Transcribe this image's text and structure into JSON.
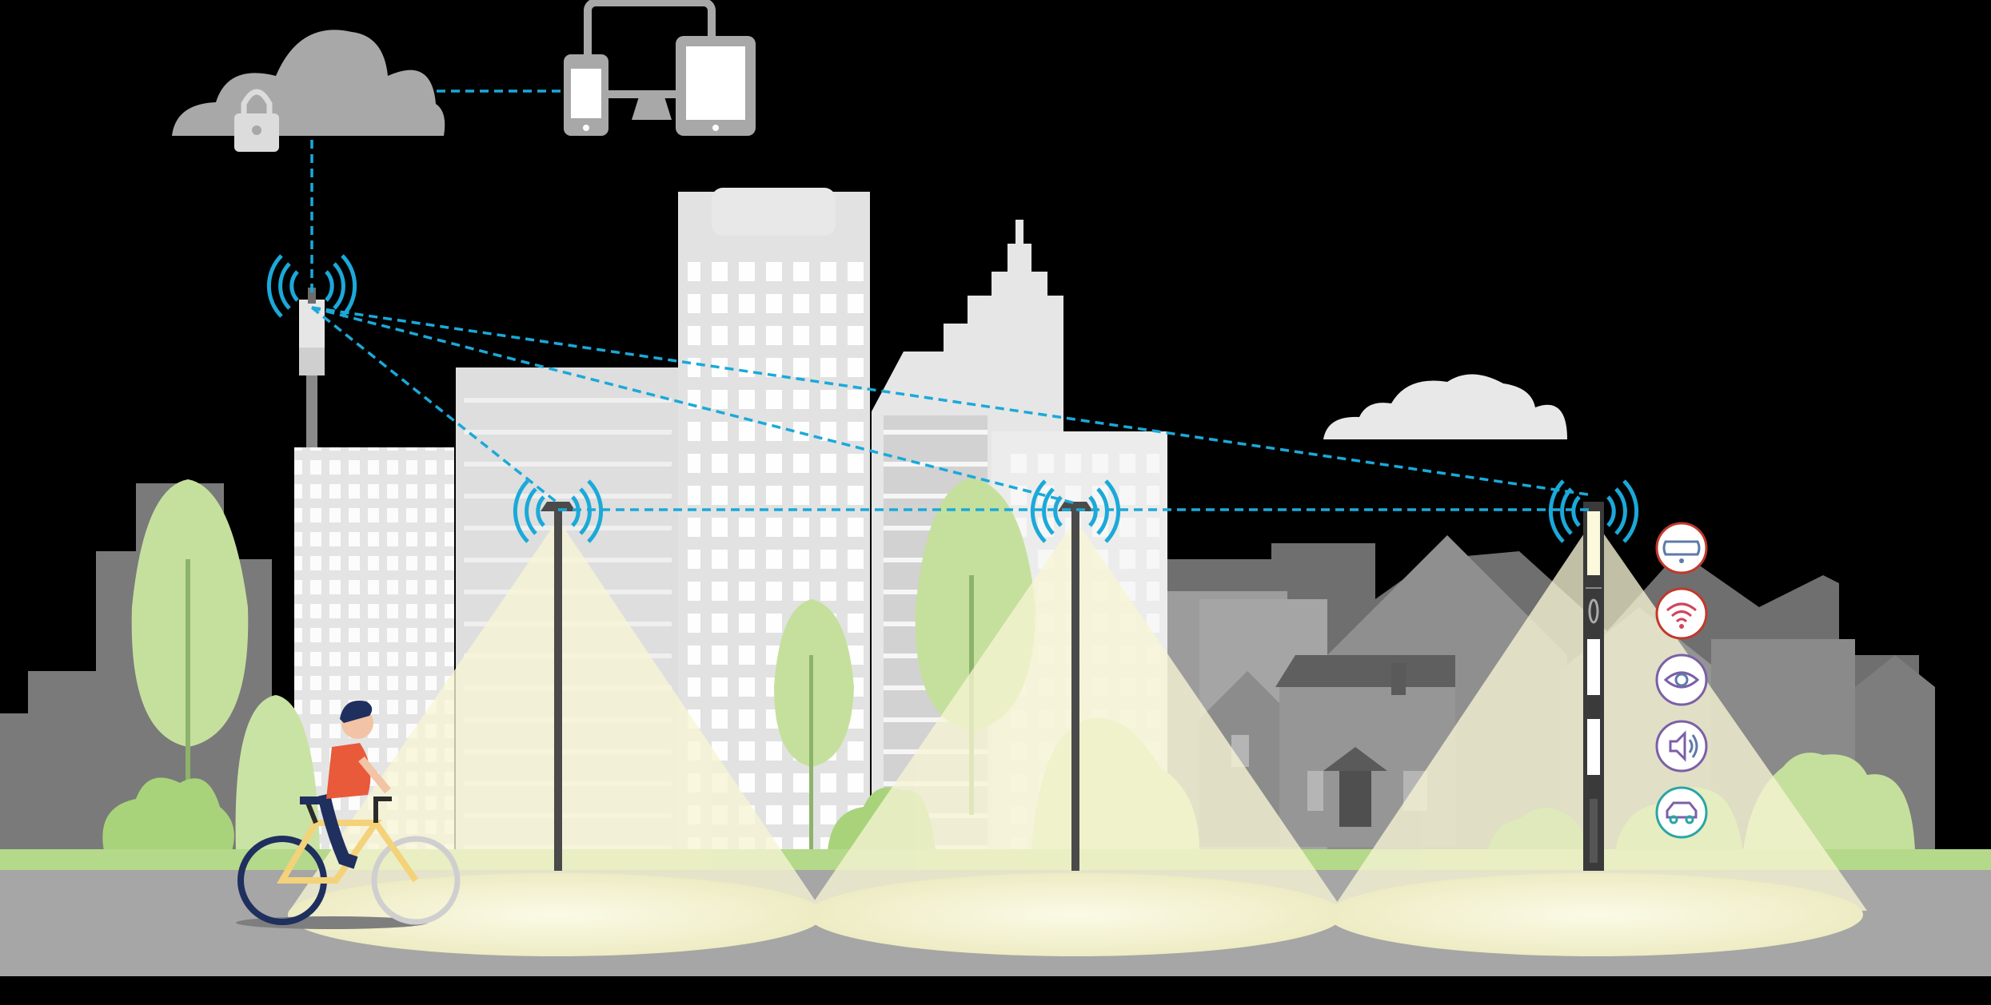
{
  "scene": {
    "background": "#000000",
    "nodes": [
      {
        "id": "cloud",
        "icon": "secure-cloud-icon",
        "label": ""
      },
      {
        "id": "devices",
        "icon": "devices-icon",
        "label": ""
      },
      {
        "id": "cell-tower",
        "icon": "cell-tower-icon",
        "label": ""
      },
      {
        "id": "streetlight-1",
        "icon": "streetlight-icon",
        "label": ""
      },
      {
        "id": "streetlight-2",
        "icon": "streetlight-icon",
        "label": ""
      },
      {
        "id": "smart-pole",
        "icon": "smart-pole-icon",
        "label": ""
      }
    ],
    "links": [
      {
        "from": "cloud",
        "to": "devices",
        "style": "dashed"
      },
      {
        "from": "cloud",
        "to": "cell-tower",
        "style": "dashed"
      },
      {
        "from": "cell-tower",
        "to": "streetlight-1",
        "style": "dashed"
      },
      {
        "from": "cell-tower",
        "to": "streetlight-2",
        "style": "dashed"
      },
      {
        "from": "cell-tower",
        "to": "smart-pole",
        "style": "dashed"
      },
      {
        "from": "streetlight-1",
        "to": "smart-pole",
        "style": "dashed"
      }
    ],
    "sensor_icons": [
      "camera-icon",
      "wifi-icon",
      "eye-icon",
      "speaker-icon",
      "car-icon"
    ],
    "colors": {
      "link": "#1ba9d9",
      "signal": "#1ba9d9",
      "light_beam": "#f8f6d6",
      "grass": "#b6d98a",
      "road": "#a9a9a9",
      "building_light": "#e6e6e6",
      "building_mid": "#bdbdbd",
      "building_dark": "#8a8a8a",
      "tree": "#c6e0a0",
      "cloud": "#a8a8a8"
    }
  }
}
